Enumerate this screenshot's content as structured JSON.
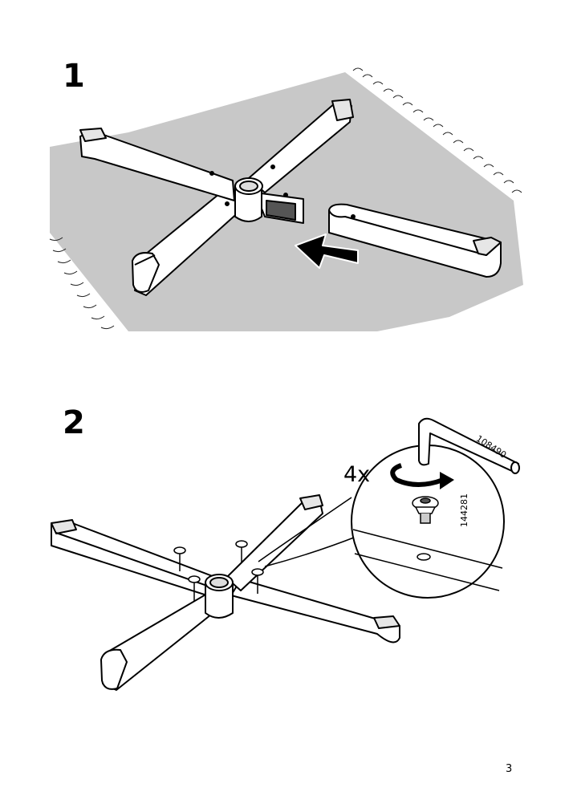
{
  "steps": [
    {
      "number": "1"
    },
    {
      "number": "2",
      "quantity": "4x",
      "tool_part_number": "108490",
      "screw_part_number": "144281"
    }
  ],
  "page_number": "3"
}
